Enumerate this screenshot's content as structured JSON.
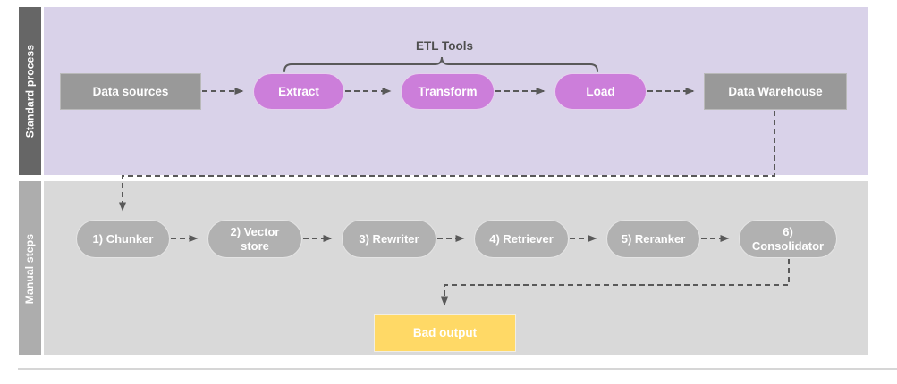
{
  "colors": {
    "lane1_bg": "#D9D2E9",
    "lane1_label_bg": "#666666",
    "lane2_bg": "#D9D9D9",
    "lane2_label_bg": "#ADADAD",
    "gray_box": "#999999",
    "purple_pill": "#CC7EDA",
    "gray_pill": "#B1B1B1",
    "yellow_box": "#FFD966",
    "connector": "#595959",
    "annotation_text": "#4E4E4E",
    "node_text": "#FFFFFF"
  },
  "lanes": [
    {
      "label": "Standard process"
    },
    {
      "label": "Manual steps"
    }
  ],
  "standard_process": {
    "bracket_label": "ETL Tools",
    "nodes": [
      {
        "id": "data-sources",
        "label": "Data sources",
        "shape": "rect"
      },
      {
        "id": "extract",
        "label": "Extract",
        "shape": "pill"
      },
      {
        "id": "transform",
        "label": "Transform",
        "shape": "pill"
      },
      {
        "id": "load",
        "label": "Load",
        "shape": "pill"
      },
      {
        "id": "data-warehouse",
        "label": "Data Warehouse",
        "shape": "rect"
      }
    ]
  },
  "manual_steps": {
    "nodes": [
      {
        "id": "chunker",
        "label": "1) Chunker"
      },
      {
        "id": "vector-store",
        "label": "2) Vector store"
      },
      {
        "id": "rewriter",
        "label": "3) Rewriter"
      },
      {
        "id": "retriever",
        "label": "4) Retriever"
      },
      {
        "id": "reranker",
        "label": "5) Reranker"
      },
      {
        "id": "consolidator",
        "label": "6) Consolidator"
      }
    ],
    "output": {
      "id": "bad-output",
      "label": "Bad output"
    }
  },
  "connections": [
    {
      "from": "Data sources",
      "to": "Extract",
      "style": "dashed-arrow"
    },
    {
      "from": "Extract",
      "to": "Transform",
      "style": "dashed-arrow"
    },
    {
      "from": "Transform",
      "to": "Load",
      "style": "dashed-arrow"
    },
    {
      "from": "Load",
      "to": "Data Warehouse",
      "style": "dashed-arrow"
    },
    {
      "from": "Data Warehouse",
      "to": "1) Chunker",
      "style": "dashed-arrow"
    },
    {
      "from": "1) Chunker",
      "to": "2) Vector store",
      "style": "dashed-arrow"
    },
    {
      "from": "2) Vector store",
      "to": "3) Rewriter",
      "style": "dashed-arrow"
    },
    {
      "from": "3) Rewriter",
      "to": "4) Retriever",
      "style": "dashed-arrow"
    },
    {
      "from": "4) Retriever",
      "to": "5) Reranker",
      "style": "dashed-arrow"
    },
    {
      "from": "5) Reranker",
      "to": "6) Consolidator",
      "style": "dashed-arrow"
    },
    {
      "from": "6) Consolidator",
      "to": "Bad output",
      "style": "dashed-arrow"
    }
  ]
}
